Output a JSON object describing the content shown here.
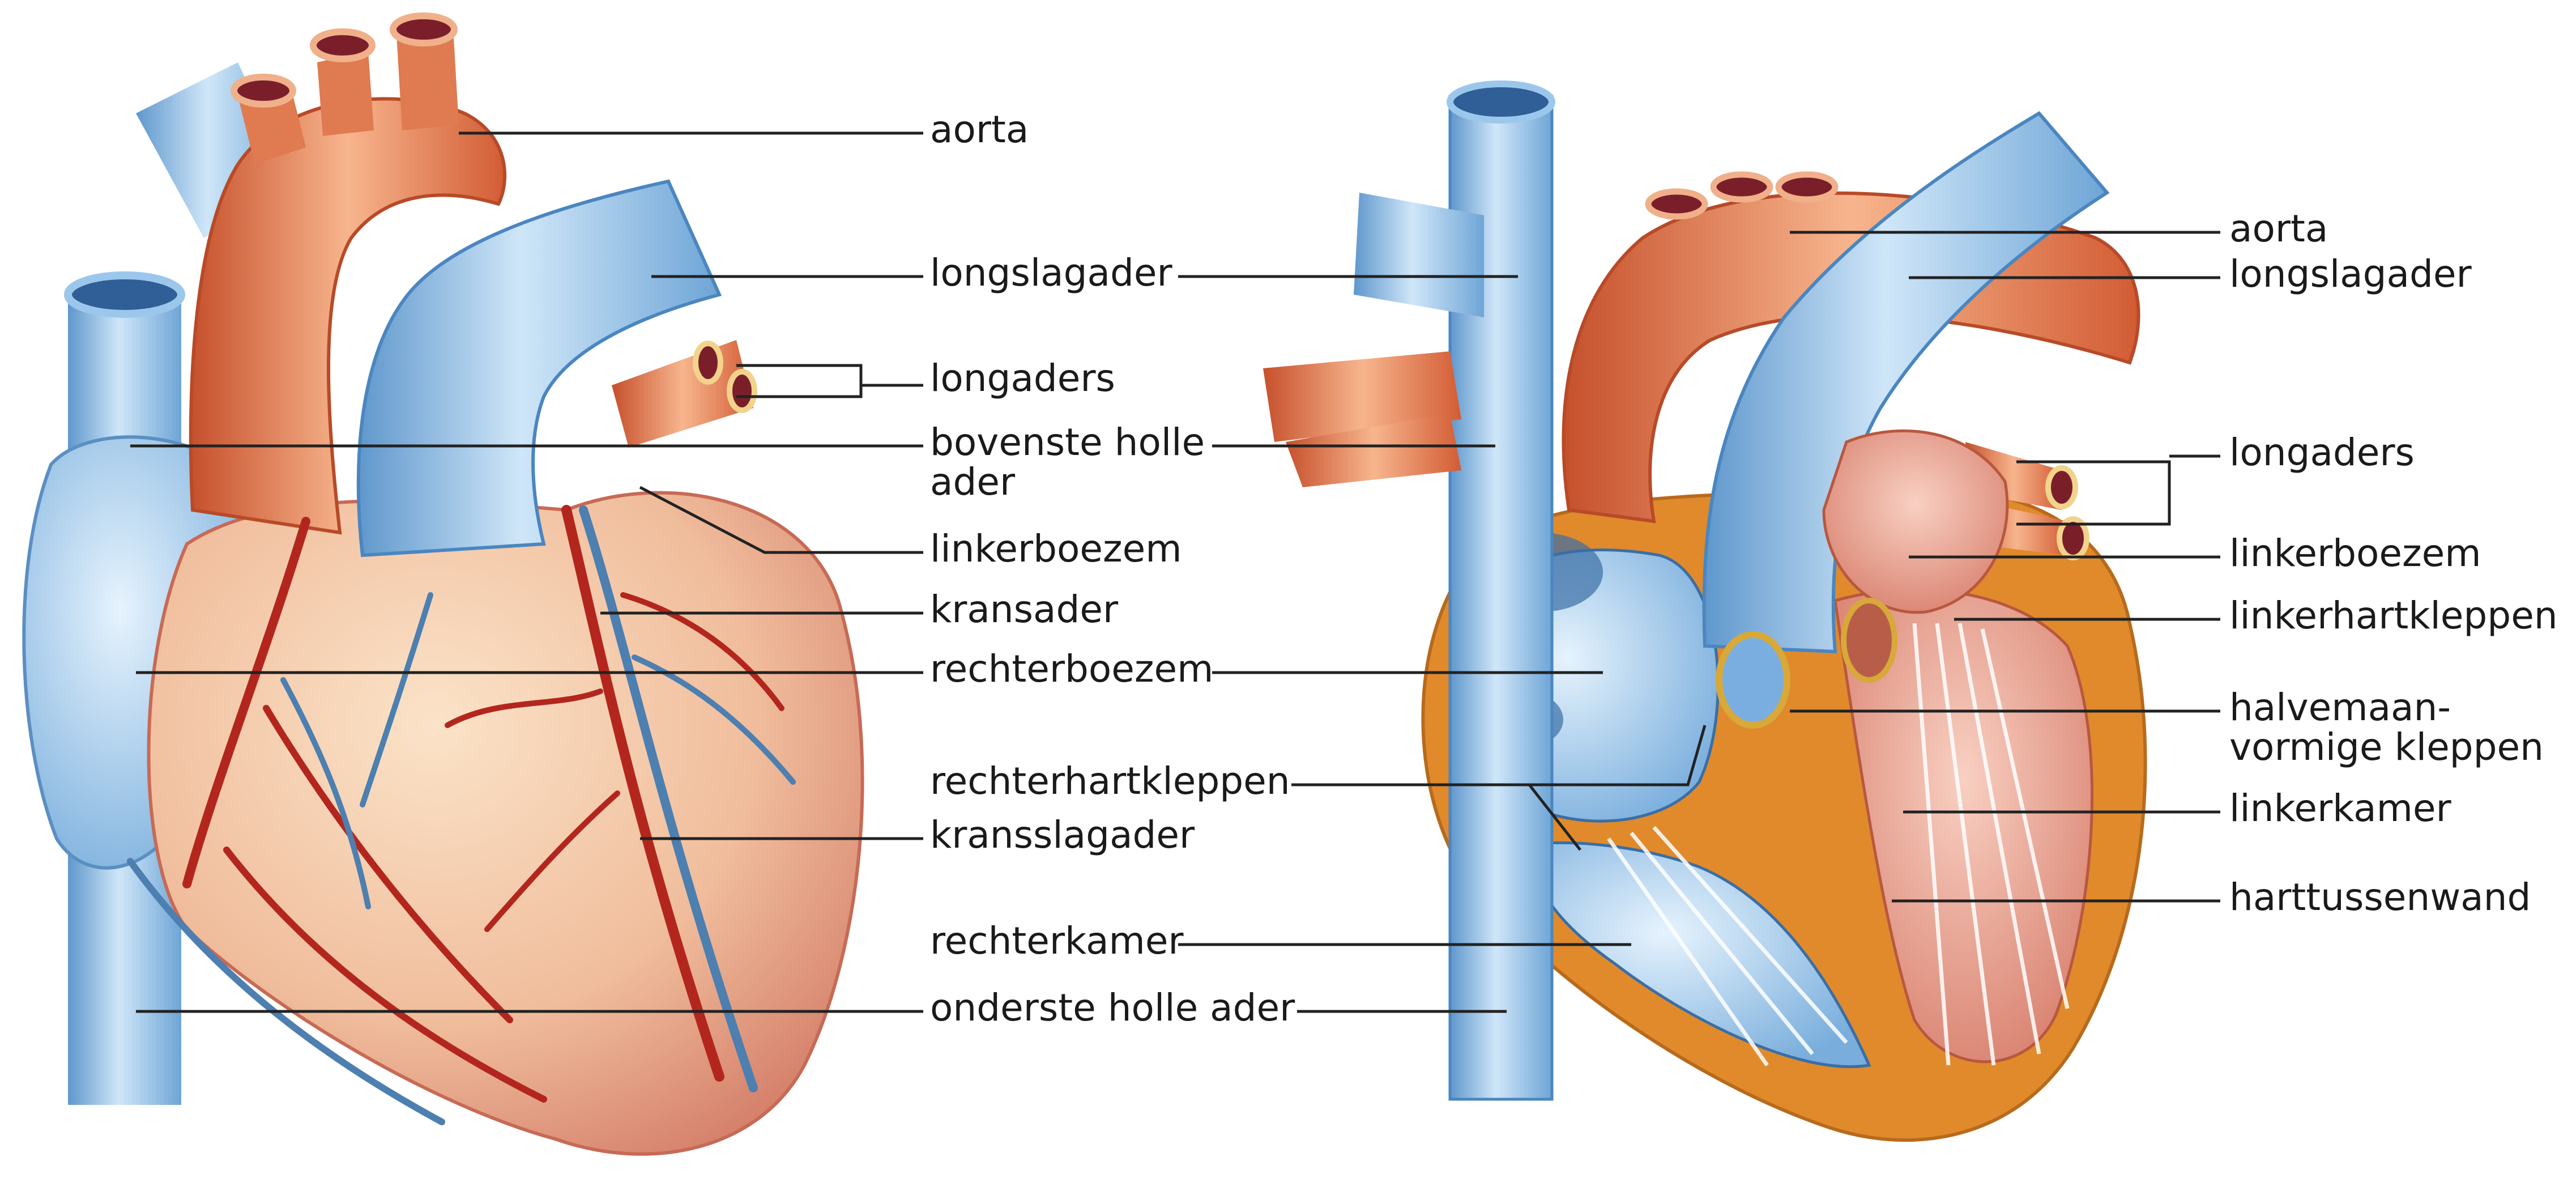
{
  "colors": {
    "artery": "#e06a3a",
    "artery_light": "#f6b690",
    "artery_dark": "#b94424",
    "vein": "#8fc3ea",
    "vein_light": "#dceefb",
    "vein_dark": "#4a86c0",
    "muscle": "#f2c7a6",
    "muscle_dark": "#d88766",
    "wall": "#e08a2c",
    "chamber_red": "#f0b2a0",
    "leader": "#222222"
  },
  "left_diagram": {
    "labels": [
      {
        "text": "aorta"
      },
      {
        "text": "longslagader"
      },
      {
        "text": "longaders"
      },
      {
        "text": "bovenste holle"
      },
      {
        "text": "ader"
      },
      {
        "text": "linkerboezem"
      },
      {
        "text": "kransader"
      },
      {
        "text": "rechterboezem"
      },
      {
        "text": "rechterhartkleppen"
      },
      {
        "text": "kransslagader"
      },
      {
        "text": "rechterkamer"
      },
      {
        "text": "onderste holle ader"
      }
    ]
  },
  "right_diagram": {
    "labels": [
      {
        "text": "aorta"
      },
      {
        "text": "longslagader"
      },
      {
        "text": "longaders"
      },
      {
        "text": "linkerboezem"
      },
      {
        "text": "linkerhartkleppen"
      },
      {
        "text": "halvemaan-"
      },
      {
        "text": "vormige kleppen"
      },
      {
        "text": "linkerkamer"
      },
      {
        "text": "harttussenwand"
      }
    ]
  }
}
